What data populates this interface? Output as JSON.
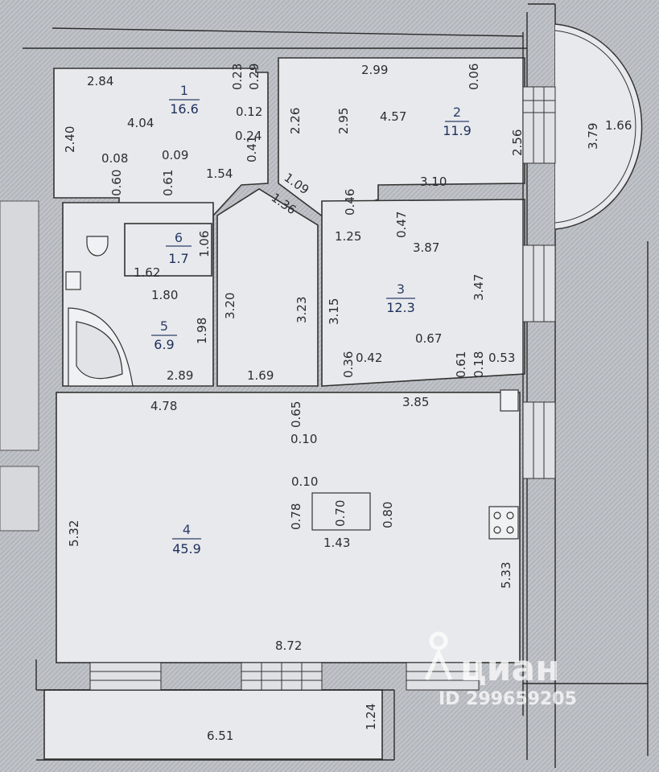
{
  "rooms": [
    {
      "number": "1",
      "area": "16.6"
    },
    {
      "number": "2",
      "area": "11.9"
    },
    {
      "number": "3",
      "area": "12.3"
    },
    {
      "number": "4",
      "area": "45.9"
    },
    {
      "number": "5",
      "area": "6.9"
    },
    {
      "number": "6",
      "area": "1.7"
    }
  ],
  "dimensions": {
    "r1_top": "2.84",
    "r1_inner": "4.04",
    "r1_left": "2.40",
    "r1_a": "0.23",
    "r1_b": "0.29",
    "r1_c": "0.12",
    "r1_d": "0.24",
    "r1_e": "0.41",
    "r1_f": "1.54",
    "r1_g": "0.08",
    "r1_h": "0.60",
    "r1_i": "0.09",
    "r1_j": "0.61",
    "r2_top": "2.99",
    "r2_a": "0.06",
    "r2_b": "2.26",
    "r2_c": "2.95",
    "r2_d": "4.57",
    "r2_e": "2.56",
    "r2_f": "3.10",
    "r2_g": "1.09",
    "r2_h": "0.46",
    "balcony_a": "3.79",
    "balcony_b": "1.66",
    "hall_a": "1.36",
    "hall_b": "3.20",
    "hall_c": "3.23",
    "hall_d": "1.69",
    "r3_a": "0.47",
    "r3_b": "1.25",
    "r3_c": "3.87",
    "r3_d": "3.47",
    "r3_e": "3.15",
    "r3_f": "0.67",
    "r3_g": "0.36",
    "r3_h": "0.42",
    "r3_i": "0.61",
    "r3_j": "0.18",
    "r3_k": "0.53",
    "r6_a": "1.06",
    "r6_b": "1.62",
    "r5_a": "1.80",
    "r5_b": "1.98",
    "r5_c": "2.89",
    "r4_a": "4.78",
    "r4_b": "0.65",
    "r4_c": "3.85",
    "r4_d": "0.10",
    "r4_e": "0.10",
    "r4_f": "0.78",
    "r4_g": "0.70",
    "r4_h": "0.80",
    "r4_i": "1.43",
    "r4_j": "5.32",
    "r4_k": "5.33",
    "r4_l": "8.72",
    "loggia_a": "6.51",
    "loggia_b": "1.24"
  },
  "watermark": {
    "brand": "циан",
    "id_text": "ID 299659205"
  }
}
